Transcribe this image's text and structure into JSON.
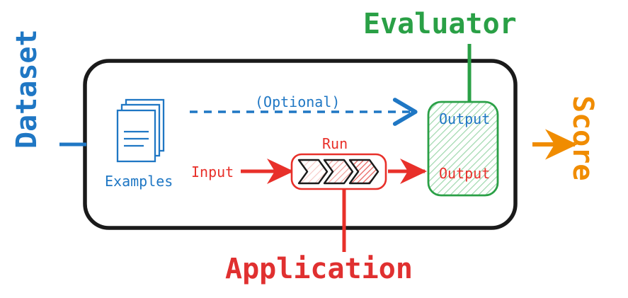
{
  "diagram": {
    "title": "Evaluation pipeline diagram",
    "colors": {
      "blue": "#1f77c4",
      "red": "#e8302a",
      "red_label": "#e03030",
      "green": "#2aa046",
      "orange": "#f08c00",
      "black": "#1a1a1a",
      "white": "#ffffff"
    },
    "outer_container": {
      "name": "system-boundary",
      "stroke": "#1a1a1a",
      "fill": "#ffffff"
    },
    "labels": {
      "dataset": "Dataset",
      "evaluator": "Evaluator",
      "application": "Application",
      "score": "Score"
    },
    "nodes": {
      "examples": {
        "label": "Examples",
        "icon": "stacked-documents-icon",
        "color": "#1f77c4"
      },
      "run": {
        "label": "Run",
        "icon": "three-chevrons-icon",
        "color": "#e8302a",
        "chevron_count": 3
      },
      "evaluator_box": {
        "output_top": "Output",
        "output_bottom": "Output",
        "fill_pattern": "diagonal-hatch",
        "color": "#2aa046"
      }
    },
    "edges": {
      "dataset_connector": {
        "label": "",
        "style": "solid",
        "color": "#1f77c4"
      },
      "optional_arrow": {
        "label": "(Optional)",
        "style": "dashed",
        "color": "#1f77c4"
      },
      "input_arrow": {
        "label": "Input",
        "style": "solid",
        "color": "#e8302a"
      },
      "run_to_output_arrow": {
        "label": "",
        "style": "solid",
        "color": "#e8302a"
      },
      "application_connector": {
        "label": "",
        "style": "solid",
        "color": "#e8302a"
      },
      "evaluator_connector": {
        "label": "",
        "style": "solid",
        "color": "#2aa046"
      },
      "score_arrow": {
        "label": "",
        "style": "solid",
        "color": "#f08c00"
      }
    }
  }
}
